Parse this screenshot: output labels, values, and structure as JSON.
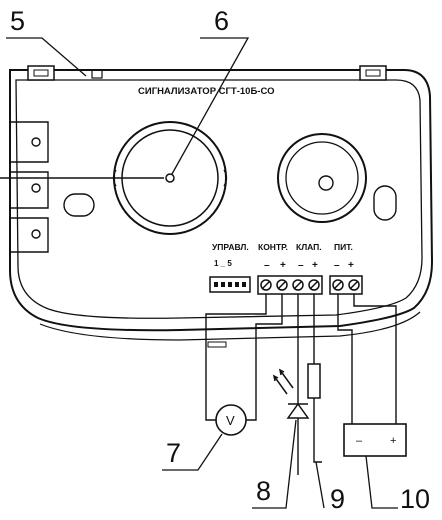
{
  "callouts": {
    "c5": "5",
    "c6": "6",
    "c7": "7",
    "c8": "8",
    "c9": "9",
    "c10": "10"
  },
  "board": {
    "title": "СИГНАЛИЗАТОР СГТ-10Б-СО"
  },
  "terminals": {
    "uprav_label": "УПРАВЛ.",
    "uprav_range": "1 _ 5",
    "kontr_label": "КОНТР.",
    "klap_label": "КЛАП.",
    "pit_label": "ПИТ.",
    "minus": "–",
    "plus": "+"
  },
  "voltmeter": {
    "symbol": "V"
  },
  "power_supply": {
    "minus": "–",
    "plus": "+"
  }
}
